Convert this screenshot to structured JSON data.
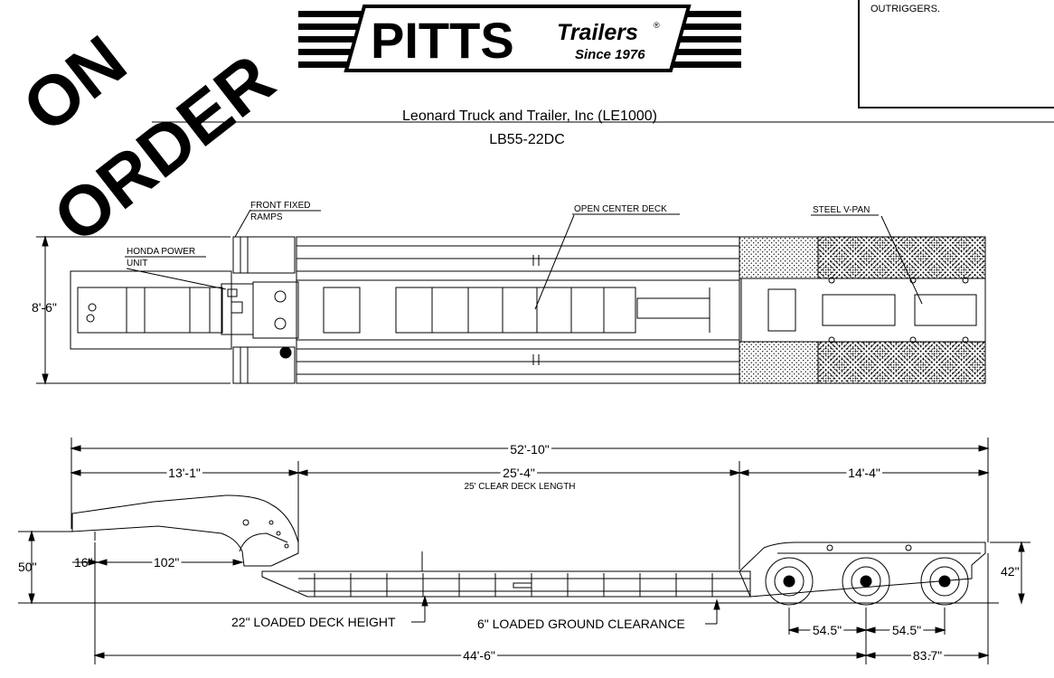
{
  "stamp": {
    "line1": "ON",
    "line2": "ORDER"
  },
  "logo": {
    "brand": "PITTS",
    "sub": "Trailers",
    "reg": "®",
    "since": "Since 1976"
  },
  "notes": {
    "text": "OUTRIGGERS."
  },
  "header": {
    "customer": "Leonard Truck and Trailer, Inc (LE1000)",
    "model": "LB55-22DC"
  },
  "top_view": {
    "labels": {
      "front_fixed_1": "FRONT FIXED",
      "front_fixed_2": "RAMPS",
      "honda_1": "HONDA POWER",
      "honda_2": "UNIT",
      "open_center": "OPEN CENTER DECK",
      "steel_vpan": "STEEL V-PAN"
    },
    "width_dim": "8'-6\""
  },
  "side_view": {
    "overall": "52'-10\"",
    "gooseneck": "13'-1\"",
    "deck": "25'-4\"",
    "deck_note": "25' CLEAR DECK LENGTH",
    "rear": "14'-4\"",
    "height_front": "50\"",
    "d16": "16\"",
    "d102": "102\"",
    "height_rear": "42\"",
    "loaded_deck": "22\" LOADED DECK HEIGHT",
    "ground_clear": "6\" LOADED GROUND CLEARANCE",
    "axle1": "54.5\"",
    "axle2": "54.5\"",
    "kingpin": "44'-6\"",
    "rear_oh": "83.7\""
  }
}
